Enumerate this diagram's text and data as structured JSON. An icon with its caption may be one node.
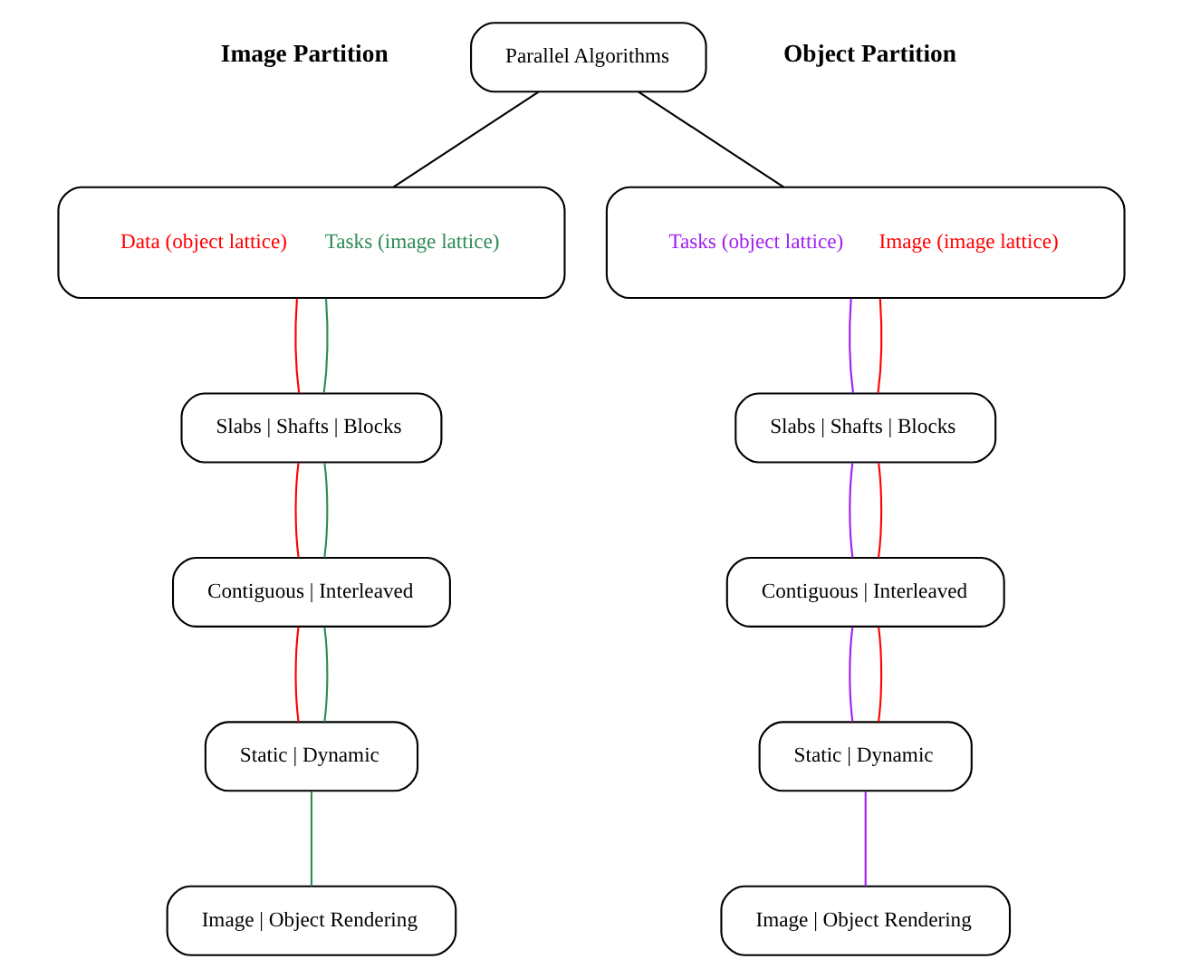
{
  "diagram": {
    "nodes": [
      {
        "text": [
          "Parallel Algorithms"
        ]
      },
      {
        "text": [
          "Data (object lattice)",
          "Tasks (image lattice)"
        ]
      },
      {
        "text": [
          "Tasks (object lattice)",
          "Image (image lattice)"
        ]
      },
      {
        "text": [
          "Slabs | Shafts | Blocks"
        ]
      },
      {
        "text": [
          "Slabs | Shafts | Blocks"
        ]
      },
      {
        "text": [
          "Contiguous | Interleaved"
        ]
      },
      {
        "text": [
          "Contiguous | Interleaved"
        ]
      },
      {
        "text": [
          "Static | Dynamic"
        ]
      },
      {
        "text": [
          "Static | Dynamic"
        ]
      },
      {
        "text": [
          "Image | Object Rendering"
        ]
      },
      {
        "text": [
          "Image | Object Rendering"
        ]
      }
    ],
    "edges": [
      {
        "from": 0,
        "to": 1,
        "arrow": "none",
        "color": "#000000"
      },
      {
        "from": 0,
        "to": 2,
        "arrow": "none",
        "color": "#000000"
      },
      {
        "from": 1,
        "to": 3,
        "arrow": "none",
        "color": "#ff0000"
      },
      {
        "from": 1,
        "to": 3,
        "arrow": "none",
        "color": "#2e8b57"
      },
      {
        "from": 2,
        "to": 4,
        "arrow": "none",
        "color": "#a020f0"
      },
      {
        "from": 2,
        "to": 4,
        "arrow": "none",
        "color": "#ff0000"
      },
      {
        "from": 3,
        "to": 5,
        "arrow": "none",
        "color": "#ff0000"
      },
      {
        "from": 3,
        "to": 5,
        "arrow": "none",
        "color": "#2e8b57"
      },
      {
        "from": 4,
        "to": 6,
        "arrow": "none",
        "color": "#a020f0"
      },
      {
        "from": 4,
        "to": 6,
        "arrow": "none",
        "color": "#ff0000"
      },
      {
        "from": 5,
        "to": 7,
        "arrow": "none",
        "color": "#ff0000"
      },
      {
        "from": 5,
        "to": 7,
        "arrow": "none",
        "color": "#2e8b57"
      },
      {
        "from": 6,
        "to": 8,
        "arrow": "none",
        "color": "#a020f0"
      },
      {
        "from": 6,
        "to": 8,
        "arrow": "none",
        "color": "#ff0000"
      },
      {
        "from": 7,
        "to": 9,
        "arrow": "none",
        "color": "#2e8b57"
      },
      {
        "from": 8,
        "to": 10,
        "arrow": "none",
        "color": "#a020f0"
      }
    ],
    "labels": [
      "Image Partition",
      "Object Partition"
    ]
  }
}
